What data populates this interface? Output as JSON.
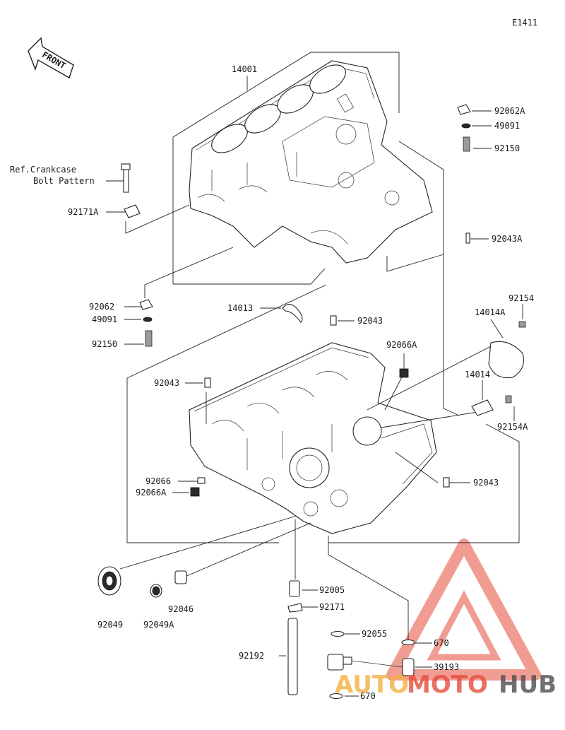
{
  "diagram_code": "E1411",
  "front_label": "FRONT",
  "ref_label_line1": "Ref.Crankcase",
  "ref_label_line2": "Bolt Pattern",
  "watermark": {
    "part1": "AUTO",
    "part2": "MOTO",
    "part3": "HUB",
    "color_orange": "#f5b041",
    "color_red": "#e74c3c",
    "color_dark": "#4d4d4d"
  },
  "parts": {
    "p14001": "14001",
    "p92062A": "92062A",
    "p49091_top": "49091",
    "p92150_top": "92150",
    "p92171A": "92171A",
    "p92043A": "92043A",
    "p92062": "92062",
    "p49091": "49091",
    "p92150": "92150",
    "p14013": "14013",
    "p92043_a": "92043",
    "p92154": "92154",
    "p14014A": "14014A",
    "p92066A_top": "92066A",
    "p92043_b": "92043",
    "p14014": "14014",
    "p92154A": "92154A",
    "p92066": "92066",
    "p92066A": "92066A",
    "p92043_c": "92043",
    "p92005": "92005",
    "p92171": "92171",
    "p92049": "92049",
    "p92049A": "92049A",
    "p92046": "92046",
    "p92055": "92055",
    "p670_top": "670",
    "p92192": "92192",
    "p39193": "39193",
    "p670_bot": "670"
  }
}
